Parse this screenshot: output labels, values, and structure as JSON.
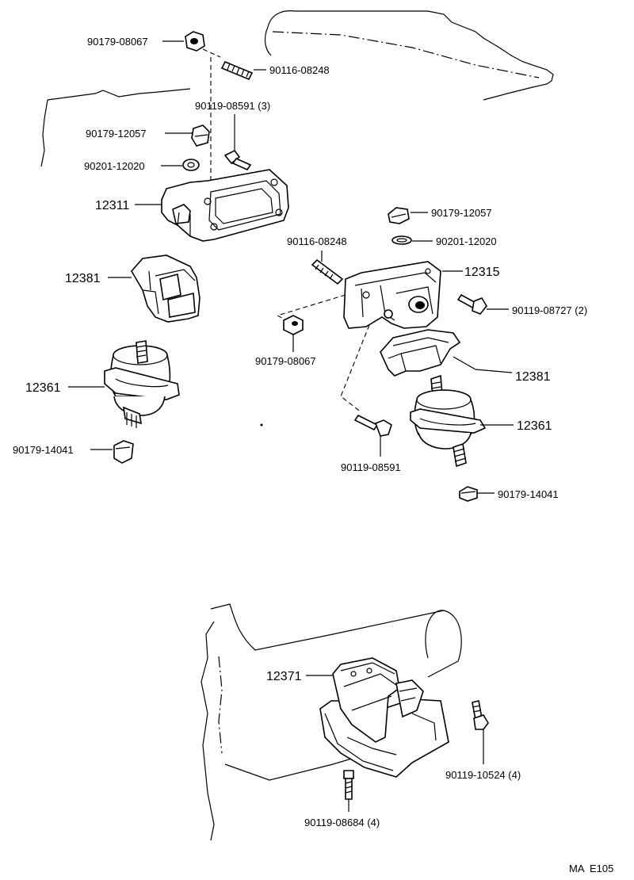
{
  "diagram": {
    "labels": {
      "nut_top": "90179-08067",
      "stud_top": "90116-08248",
      "bolt_top": "90119-08591 (3)",
      "nut_left_mid": "90179-12057",
      "washer_left": "90201-12020",
      "bracket_left": "12311",
      "stopper_left": "12381",
      "insulator_left": "12361",
      "nut_left_bottom": "90179-14041",
      "nut_right_top": "90179-12057",
      "stud_right": "90116-08248",
      "washer_right": "90201-12020",
      "bracket_right": "12315",
      "bolt_right": "90119-08727 (2)",
      "nut_right_mid": "90179-08067",
      "stopper_right": "12381",
      "insulator_right": "12361",
      "bolt_right_bottom": "90119-08591",
      "nut_right_bottom": "90179-14041",
      "rear_mount": "12371",
      "bolt_rear_right": "90119-10524 (4)",
      "bolt_rear_bottom": "90119-08684 (4)",
      "figure_code": "MA  E105"
    }
  }
}
